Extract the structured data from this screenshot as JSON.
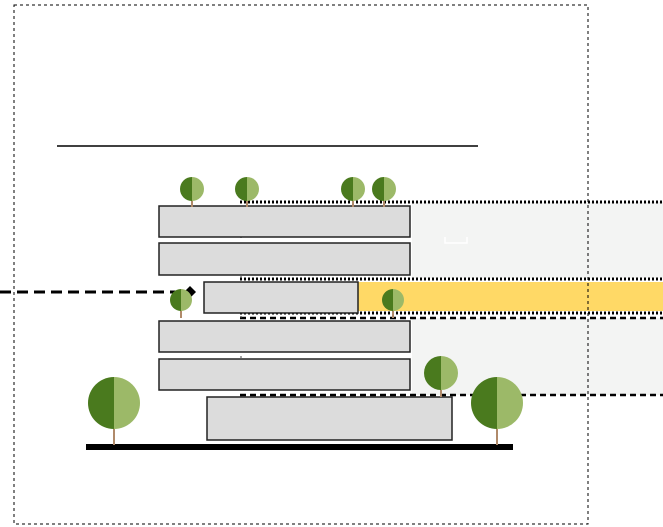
{
  "diagram": {
    "kind": "architectural section",
    "colors": {
      "frame_line": "#000000",
      "floor_slab_fill": "#dcdcdc",
      "floor_slab_stroke": "#222222",
      "ground_line": "#000000",
      "haze_zone": "#f3f4f3",
      "highlight_band": "#ffd966",
      "tree_dark": "#4a7a1e",
      "tree_light": "#9cb968",
      "trunk": "#b08a6a",
      "marker": "#000000"
    },
    "elements": {
      "outer_frame": {
        "style": "dashed"
      },
      "title_underline": {
        "style": "solid"
      },
      "building_floors": {
        "count": 6,
        "setback_floor_index": 2
      },
      "upper_zone": {
        "style": "dotted border"
      },
      "active_band": {
        "style": "dotted border"
      },
      "lower_zone": {
        "style": "dashed border"
      },
      "approach_line": {
        "style": "dashed",
        "end": "diamond"
      },
      "ground": {
        "style": "solid"
      },
      "trees": [
        {
          "size": "small"
        },
        {
          "size": "small"
        },
        {
          "size": "small"
        },
        {
          "size": "small"
        },
        {
          "size": "small"
        },
        {
          "size": "small"
        },
        {
          "size": "small"
        },
        {
          "size": "large"
        },
        {
          "size": "large"
        }
      ]
    }
  }
}
